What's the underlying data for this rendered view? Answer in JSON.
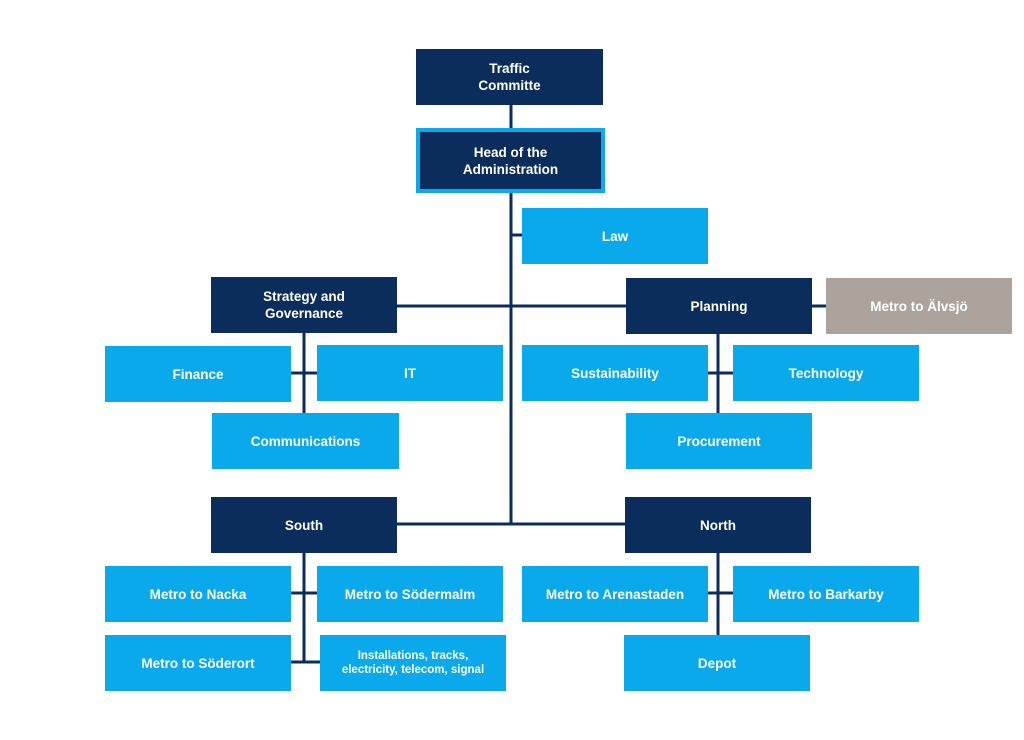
{
  "org_chart": {
    "traffic_committee": "Traffic\nCommitte",
    "head_of_administration": "Head of the\nAdministration",
    "law": "Law",
    "strategy_and_governance": {
      "title": "Strategy and\nGovernance",
      "units": [
        "Finance",
        "IT",
        "Communications"
      ]
    },
    "planning": {
      "title": "Planning",
      "project": "Metro to Älvsjö",
      "units": [
        "Sustainability",
        "Technology",
        "Procurement"
      ]
    },
    "south": {
      "title": "South",
      "units": [
        "Metro to Nacka",
        "Metro to Södermalm",
        "Metro to Söderort",
        "Installations, tracks,\nelectricity, telecom, signal"
      ]
    },
    "north": {
      "title": "North",
      "units": [
        "Metro to Arenastaden",
        "Metro to Barkarby",
        "Depot"
      ]
    },
    "colors": {
      "dark_navy": "#0b2d5b",
      "light_blue": "#0aa9ec",
      "grey": "#aca39d",
      "connector": "#0b2d5b"
    }
  }
}
